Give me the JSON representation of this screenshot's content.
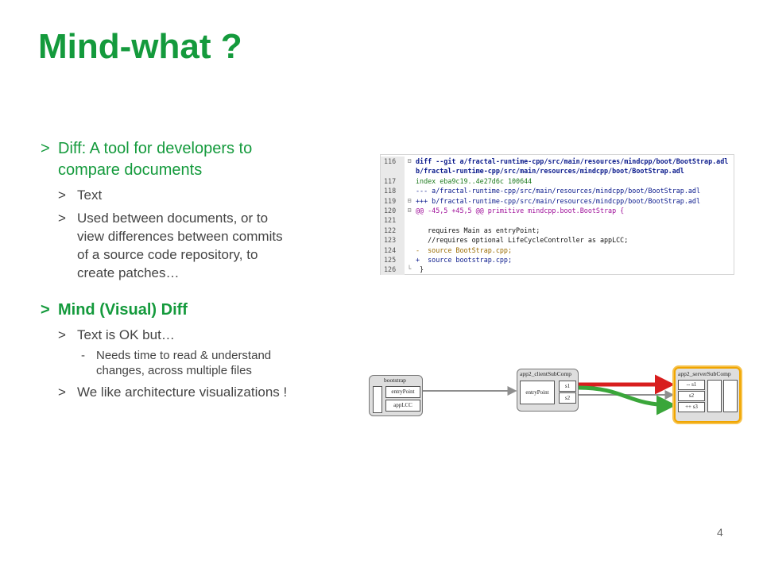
{
  "slide": {
    "title": "Mind-what ?",
    "page_number": "4",
    "bullet_marker": ">",
    "sub_marker": "-",
    "bullets": [
      {
        "text": "Diff: A tool for developers to compare documents",
        "line1": "Diff: A tool for developers to",
        "line2": "compare documents",
        "children": [
          {
            "text": "Text"
          },
          {
            "text": "Used between documents, or to view differences between commits of a source code repository, to create patches…",
            "lines": [
              "Used between documents, or to",
              "view differences between commits",
              "of a source code repository, to",
              "create patches…"
            ]
          }
        ]
      },
      {
        "text": "Mind (Visual) Diff",
        "children": [
          {
            "text": "Text is OK but…",
            "children": [
              {
                "text": "Needs time to read & understand changes, across multiple files",
                "lines": [
                  "Needs time to read & understand",
                  "changes, across multiple files"
                ]
              }
            ]
          },
          {
            "text": "We like architecture visualizations !"
          }
        ]
      }
    ]
  },
  "code_diff": {
    "lines": [
      {
        "num": "116",
        "fold": "⊟",
        "text": "diff --git a/fractal-runtime-cpp/src/main/resources/mindcpp/boot/BootStrap.adl",
        "color": "#0a1a8c",
        "bold": true
      },
      {
        "num": "",
        "fold": "",
        "text": "b/fractal-runtime-cpp/src/main/resources/mindcpp/boot/BootStrap.adl",
        "color": "#0a1a8c",
        "bold": true
      },
      {
        "num": "117",
        "fold": "",
        "text": "index eba9c19..4e27d6c 100644",
        "color": "#1d7a1d",
        "bold": false
      },
      {
        "num": "118",
        "fold": "",
        "text": "--- a/fractal-runtime-cpp/src/main/resources/mindcpp/boot/BootStrap.adl",
        "color": "#0a1a8c",
        "bold": false
      },
      {
        "num": "119",
        "fold": "⊟",
        "text": "+++ b/fractal-runtime-cpp/src/main/resources/mindcpp/boot/BootStrap.adl",
        "color": "#0a1a8c",
        "bold": false
      },
      {
        "num": "120",
        "fold": "⊟",
        "text": "@@ -45,5 +45,5 @@ primitive mindcpp.boot.BootStrap {",
        "color": "#a0119a",
        "bold": false
      },
      {
        "num": "121",
        "fold": "",
        "text": "",
        "color": "#111111",
        "bold": false
      },
      {
        "num": "122",
        "fold": "",
        "text": "   requires Main as entryPoint;",
        "color": "#111111",
        "bold": false
      },
      {
        "num": "123",
        "fold": "",
        "text": "   //requires optional LifeCycleController as appLCC;",
        "color": "#111111",
        "bold": false
      },
      {
        "num": "124",
        "fold": "",
        "text": "-  source BootStrap.cpp;",
        "color": "#9a6b00",
        "bold": false
      },
      {
        "num": "125",
        "fold": "",
        "text": "+  source bootstrap.cpp;",
        "color": "#0a1a8c",
        "bold": false
      },
      {
        "num": "126",
        "fold": "└",
        "text": " }",
        "color": "#111111",
        "bold": false
      }
    ]
  },
  "architecture": {
    "colors": {
      "removed": "#d81e1e",
      "added": "#3aa63a",
      "unchanged": "#8e8e8e",
      "highlight": "#f0a500"
    },
    "bootstrap": {
      "name": "bootstrap",
      "entry": "entryPoint",
      "lcc": "appLCC"
    },
    "client": {
      "name": "app2_clientSubComp",
      "entry": "entryPoint",
      "s1": "s1",
      "s2": "s2"
    },
    "server": {
      "name": "app2_serverSubComp",
      "s1": "-- s1",
      "s2": "s2",
      "s3": "++ s3"
    }
  }
}
